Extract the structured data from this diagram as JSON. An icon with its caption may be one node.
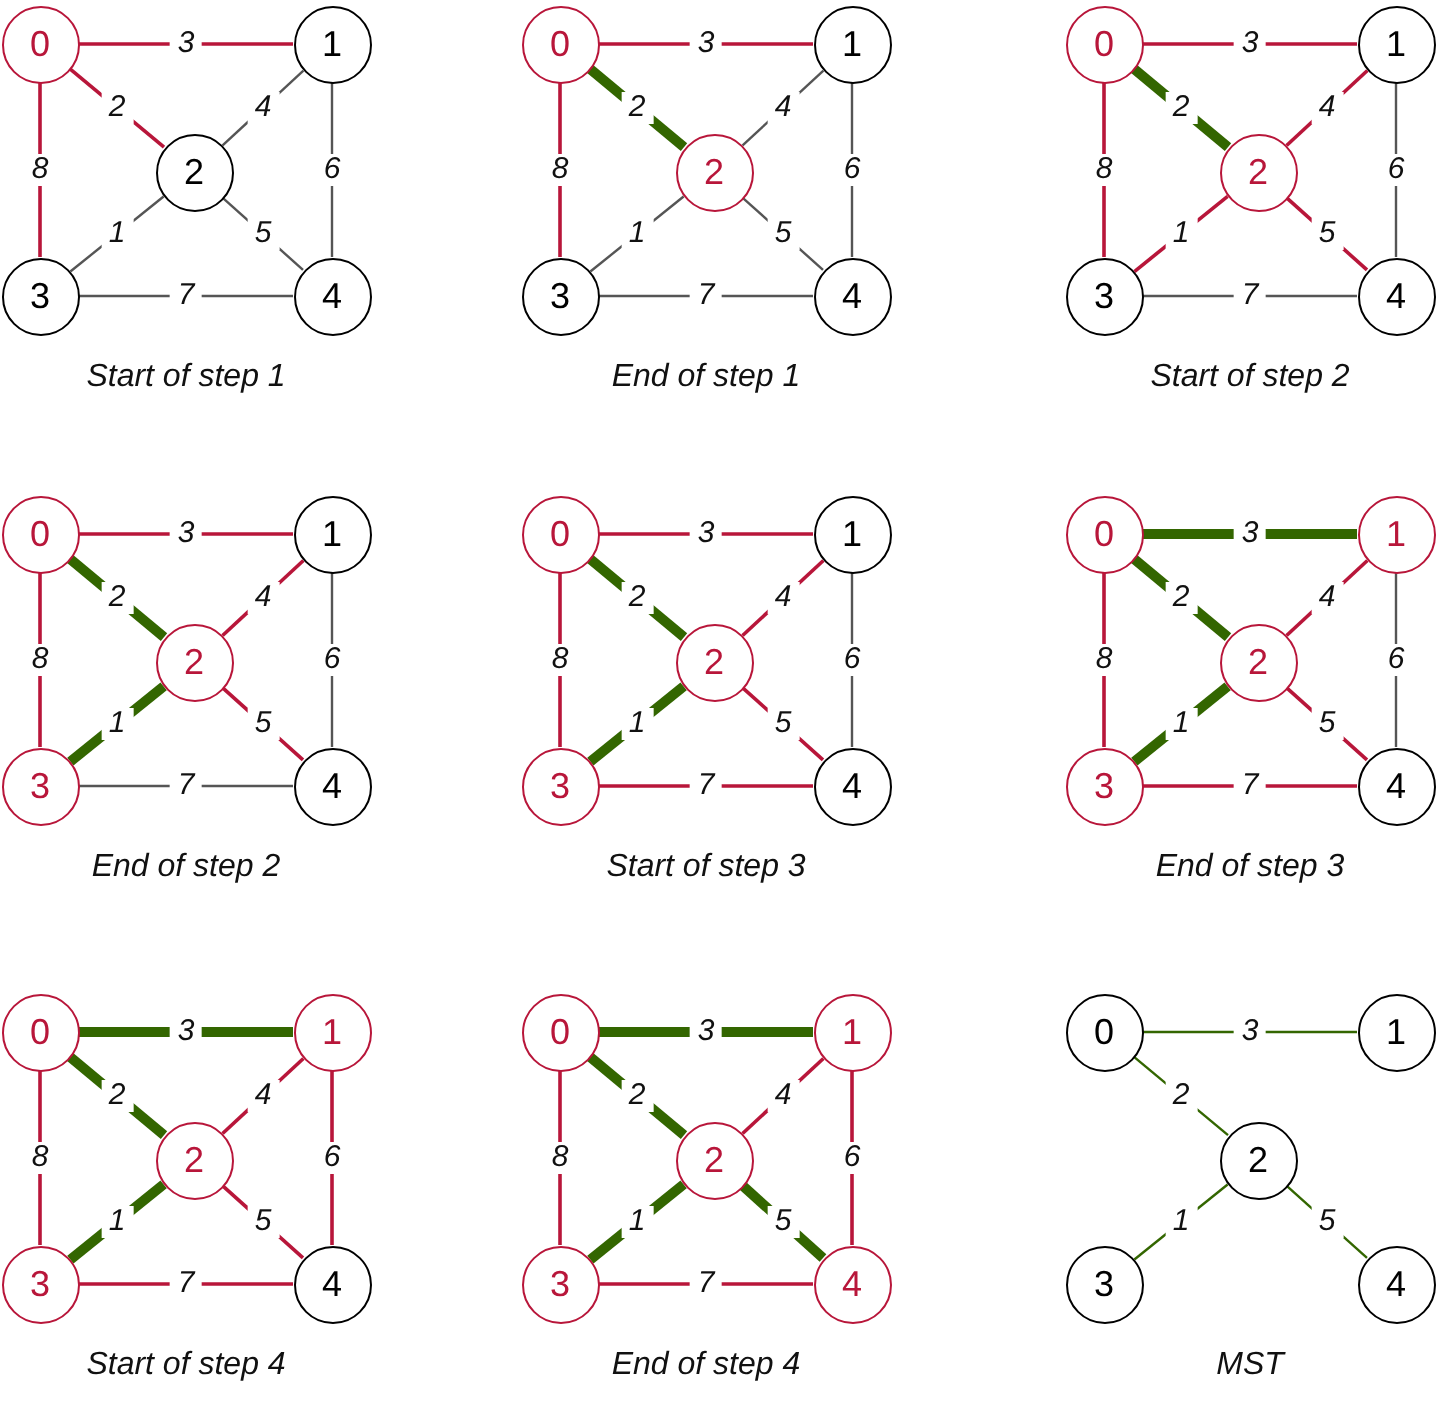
{
  "diagram": {
    "nodes": [
      {
        "text": [
          "0"
        ]
      },
      {
        "text": [
          "1"
        ]
      },
      {
        "text": [
          "2"
        ]
      },
      {
        "text": [
          "3"
        ]
      },
      {
        "text": [
          "4"
        ]
      },
      {
        "text": [
          "0"
        ]
      },
      {
        "text": [
          "1"
        ]
      },
      {
        "text": [
          "2"
        ]
      },
      {
        "text": [
          "3"
        ]
      },
      {
        "text": [
          "4"
        ]
      },
      {
        "text": [
          "0"
        ]
      },
      {
        "text": [
          "1"
        ]
      },
      {
        "text": [
          "2"
        ]
      },
      {
        "text": [
          "3"
        ]
      },
      {
        "text": [
          "4"
        ]
      },
      {
        "text": [
          "0"
        ]
      },
      {
        "text": [
          "1"
        ]
      },
      {
        "text": [
          "2"
        ]
      },
      {
        "text": [
          "3"
        ]
      },
      {
        "text": [
          "4"
        ]
      },
      {
        "text": [
          "0"
        ]
      },
      {
        "text": [
          "1"
        ]
      },
      {
        "text": [
          "2"
        ]
      },
      {
        "text": [
          "3"
        ]
      },
      {
        "text": [
          "4"
        ]
      },
      {
        "text": [
          "0"
        ]
      },
      {
        "text": [
          "1"
        ]
      },
      {
        "text": [
          "2"
        ]
      },
      {
        "text": [
          "3"
        ]
      },
      {
        "text": [
          "4"
        ]
      },
      {
        "text": [
          "0"
        ]
      },
      {
        "text": [
          "1"
        ]
      },
      {
        "text": [
          "2"
        ]
      },
      {
        "text": [
          "3"
        ]
      },
      {
        "text": [
          "4"
        ]
      },
      {
        "text": [
          "0"
        ]
      },
      {
        "text": [
          "1"
        ]
      },
      {
        "text": [
          "2"
        ]
      },
      {
        "text": [
          "3"
        ]
      },
      {
        "text": [
          "4"
        ]
      },
      {
        "text": [
          "0"
        ]
      },
      {
        "text": [
          "1"
        ]
      },
      {
        "text": [
          "2"
        ]
      },
      {
        "text": [
          "3"
        ]
      },
      {
        "text": [
          "4"
        ]
      }
    ],
    "edges": [
      {
        "from": 0,
        "to": 1,
        "arrow": "none",
        "label": "3"
      },
      {
        "from": 0,
        "to": 2,
        "arrow": "none",
        "label": "2"
      },
      {
        "from": 0,
        "to": 3,
        "arrow": "none",
        "label": "8"
      },
      {
        "from": 1,
        "to": 2,
        "arrow": "none",
        "label": "4",
        "color": "#555555"
      },
      {
        "from": 1,
        "to": 4,
        "arrow": "none",
        "label": "6",
        "color": "#555555"
      },
      {
        "from": 2,
        "to": 3,
        "arrow": "none",
        "label": "1",
        "color": "#555555"
      },
      {
        "from": 2,
        "to": 4,
        "arrow": "none",
        "label": "5",
        "color": "#555555"
      },
      {
        "from": 3,
        "to": 4,
        "arrow": "none",
        "label": "7",
        "color": "#555555"
      },
      {
        "from": 5,
        "to": 6,
        "arrow": "none",
        "label": "3"
      },
      {
        "from": 5,
        "to": 7,
        "arrow": "none",
        "label": "2",
        "color": "#336600",
        "style": "thick"
      },
      {
        "from": 5,
        "to": 8,
        "arrow": "none",
        "label": "8"
      },
      {
        "from": 6,
        "to": 7,
        "arrow": "none",
        "label": "4",
        "color": "#555555"
      },
      {
        "from": 6,
        "to": 9,
        "arrow": "none",
        "label": "6",
        "color": "#555555"
      },
      {
        "from": 7,
        "to": 8,
        "arrow": "none",
        "label": "1",
        "color": "#555555"
      },
      {
        "from": 7,
        "to": 9,
        "arrow": "none",
        "label": "5",
        "color": "#555555"
      },
      {
        "from": 8,
        "to": 9,
        "arrow": "none",
        "label": "7",
        "color": "#555555"
      },
      {
        "from": 10,
        "to": 11,
        "arrow": "none",
        "label": "3"
      },
      {
        "from": 10,
        "to": 12,
        "arrow": "none",
        "label": "2",
        "color": "#336600",
        "style": "thick"
      },
      {
        "from": 10,
        "to": 13,
        "arrow": "none",
        "label": "8"
      },
      {
        "from": 12,
        "to": 11,
        "arrow": "none",
        "label": "4"
      },
      {
        "from": 11,
        "to": 14,
        "arrow": "none",
        "label": "6",
        "color": "#555555"
      },
      {
        "from": 12,
        "to": 13,
        "arrow": "none",
        "label": "1"
      },
      {
        "from": 12,
        "to": 14,
        "arrow": "none",
        "label": "5"
      },
      {
        "from": 13,
        "to": 14,
        "arrow": "none",
        "label": "7",
        "color": "#555555"
      },
      {
        "from": 15,
        "to": 16,
        "arrow": "none",
        "label": "3"
      },
      {
        "from": 15,
        "to": 17,
        "arrow": "none",
        "label": "2",
        "color": "#336600",
        "style": "thick"
      },
      {
        "from": 15,
        "to": 18,
        "arrow": "none",
        "label": "8"
      },
      {
        "from": 17,
        "to": 16,
        "arrow": "none",
        "label": "4"
      },
      {
        "from": 16,
        "to": 19,
        "arrow": "none",
        "label": "6",
        "color": "#555555"
      },
      {
        "from": 17,
        "to": 18,
        "arrow": "none",
        "label": "1",
        "color": "#336600",
        "style": "thick"
      },
      {
        "from": 17,
        "to": 19,
        "arrow": "none",
        "label": "5"
      },
      {
        "from": 18,
        "to": 19,
        "arrow": "none",
        "label": "7",
        "color": "#555555"
      },
      {
        "from": 20,
        "to": 21,
        "arrow": "none",
        "label": "3"
      },
      {
        "from": 20,
        "to": 22,
        "arrow": "none",
        "label": "2",
        "color": "#336600",
        "style": "thick"
      },
      {
        "from": 20,
        "to": 23,
        "arrow": "none",
        "label": "8"
      },
      {
        "from": 22,
        "to": 21,
        "arrow": "none",
        "label": "4"
      },
      {
        "from": 21,
        "to": 24,
        "arrow": "none",
        "label": "6",
        "color": "#555555"
      },
      {
        "from": 22,
        "to": 23,
        "arrow": "none",
        "label": "1",
        "color": "#336600",
        "style": "thick"
      },
      {
        "from": 22,
        "to": 24,
        "arrow": "none",
        "label": "5"
      },
      {
        "from": 23,
        "to": 24,
        "arrow": "none",
        "label": "7"
      },
      {
        "from": 25,
        "to": 26,
        "arrow": "none",
        "label": "3",
        "color": "#336600",
        "style": "thick"
      },
      {
        "from": 25,
        "to": 27,
        "arrow": "none",
        "label": "2",
        "color": "#336600",
        "style": "thick"
      },
      {
        "from": 25,
        "to": 28,
        "arrow": "none",
        "label": "8"
      },
      {
        "from": 26,
        "to": 27,
        "arrow": "none",
        "label": "4"
      },
      {
        "from": 26,
        "to": 29,
        "arrow": "none",
        "label": "6",
        "color": "#555555"
      },
      {
        "from": 27,
        "to": 28,
        "arrow": "none",
        "label": "1",
        "color": "#336600",
        "style": "thick"
      },
      {
        "from": 27,
        "to": 29,
        "arrow": "none",
        "label": "5"
      },
      {
        "from": 28,
        "to": 29,
        "arrow": "none",
        "label": "7"
      },
      {
        "from": 30,
        "to": 31,
        "arrow": "none",
        "label": "3",
        "color": "#336600",
        "style": "thick"
      },
      {
        "from": 30,
        "to": 32,
        "arrow": "none",
        "label": "2",
        "color": "#336600",
        "style": "thick"
      },
      {
        "from": 30,
        "to": 33,
        "arrow": "none",
        "label": "8"
      },
      {
        "from": 31,
        "to": 32,
        "arrow": "none",
        "label": "4"
      },
      {
        "from": 31,
        "to": 34,
        "arrow": "none",
        "label": "6"
      },
      {
        "from": 32,
        "to": 33,
        "arrow": "none",
        "label": "1",
        "color": "#336600",
        "style": "thick"
      },
      {
        "from": 32,
        "to": 34,
        "arrow": "none",
        "label": "5"
      },
      {
        "from": 33,
        "to": 34,
        "arrow": "none",
        "label": "7"
      },
      {
        "from": 35,
        "to": 36,
        "arrow": "none",
        "label": "3",
        "color": "#336600",
        "style": "thick"
      },
      {
        "from": 35,
        "to": 37,
        "arrow": "none",
        "label": "2",
        "color": "#336600",
        "style": "thick"
      },
      {
        "from": 35,
        "to": 38,
        "arrow": "none",
        "label": "8"
      },
      {
        "from": 36,
        "to": 37,
        "arrow": "none",
        "label": "4"
      },
      {
        "from": 36,
        "to": 39,
        "arrow": "none",
        "label": "6"
      },
      {
        "from": 37,
        "to": 38,
        "arrow": "none",
        "label": "1",
        "color": "#336600",
        "style": "thick"
      },
      {
        "from": 37,
        "to": 39,
        "arrow": "none",
        "label": "5",
        "color": "#336600",
        "style": "thick"
      },
      {
        "from": 38,
        "to": 39,
        "arrow": "none",
        "label": "7"
      },
      {
        "from": 40,
        "to": 41,
        "arrow": "none",
        "label": "3",
        "color": "#336600"
      },
      {
        "from": 40,
        "to": 42,
        "arrow": "none",
        "label": "2",
        "color": "#336600"
      },
      {
        "from": 42,
        "to": 43,
        "arrow": "none",
        "label": "1",
        "color": "#336600"
      },
      {
        "from": 42,
        "to": 44,
        "arrow": "none",
        "label": "5",
        "color": "#336600"
      }
    ],
    "labels": [
      "Start of step 1",
      "End of step 1",
      "Start of step 2",
      "End of step 2",
      "Start of step 3",
      "End of step 3",
      "Start of step 4",
      "End of step 4",
      "MST"
    ]
  }
}
